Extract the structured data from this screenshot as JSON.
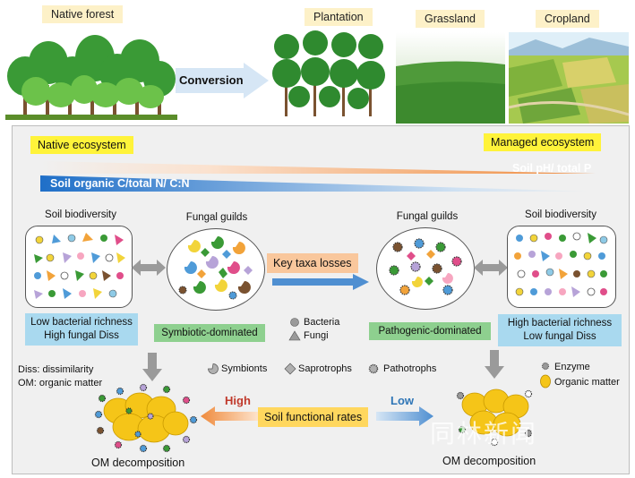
{
  "landscape": {
    "native_forest": "Native forest",
    "plantation": "Plantation",
    "grassland": "Grassland",
    "cropland": "Cropland",
    "conversion": "Conversion"
  },
  "ecosystems": {
    "native": "Native ecosystem",
    "managed": "Managed ecosystem"
  },
  "gradient": {
    "left_label": "Soil organic C/total N/ C:N",
    "right_label": "Soil pH/ total P",
    "left_color": "#1f6fc8",
    "right_color": "#ef8a3c"
  },
  "left_side": {
    "biodiversity_title": "Soil biodiversity",
    "guilds_title": "Fungal guilds",
    "richness_line1": "Low bacterial richness",
    "richness_line2": "High fungal Diss",
    "guild_state": "Symbiotic-dominated"
  },
  "right_side": {
    "guilds_title": "Fungal guilds",
    "biodiversity_title": "Soil biodiversity",
    "guild_state": "Pathogenic-dominated",
    "richness_line1": "High bacterial richness",
    "richness_line2": "Low fungal Diss"
  },
  "center": {
    "key_taxa": "Key taxa losses",
    "bacteria": "Bacteria",
    "fungi": "Fungi"
  },
  "legend": {
    "symbionts": "Symbionts",
    "saprotrophs": "Saprotrophs",
    "pathotrophs": "Pathotrophs",
    "enzyme": "Enzyme",
    "organic_matter": "Organic matter"
  },
  "notes": {
    "diss": "Diss: dissimilarity",
    "om": "OM: organic matter"
  },
  "bottom": {
    "high": "High",
    "low": "Low",
    "functional_rates": "Soil functional rates",
    "om_left": "OM decomposition",
    "om_right": "OM decomposition"
  },
  "watermark": "同林新闻",
  "colors": {
    "label_yellow": "#fff33a",
    "land_label_bg": "#fdf1c8",
    "blue_box": "#a9d9ef",
    "green_box": "#8ed08f",
    "peach": "#f9c79c",
    "high_red": "#c0392b",
    "low_blue": "#2e75b6"
  }
}
